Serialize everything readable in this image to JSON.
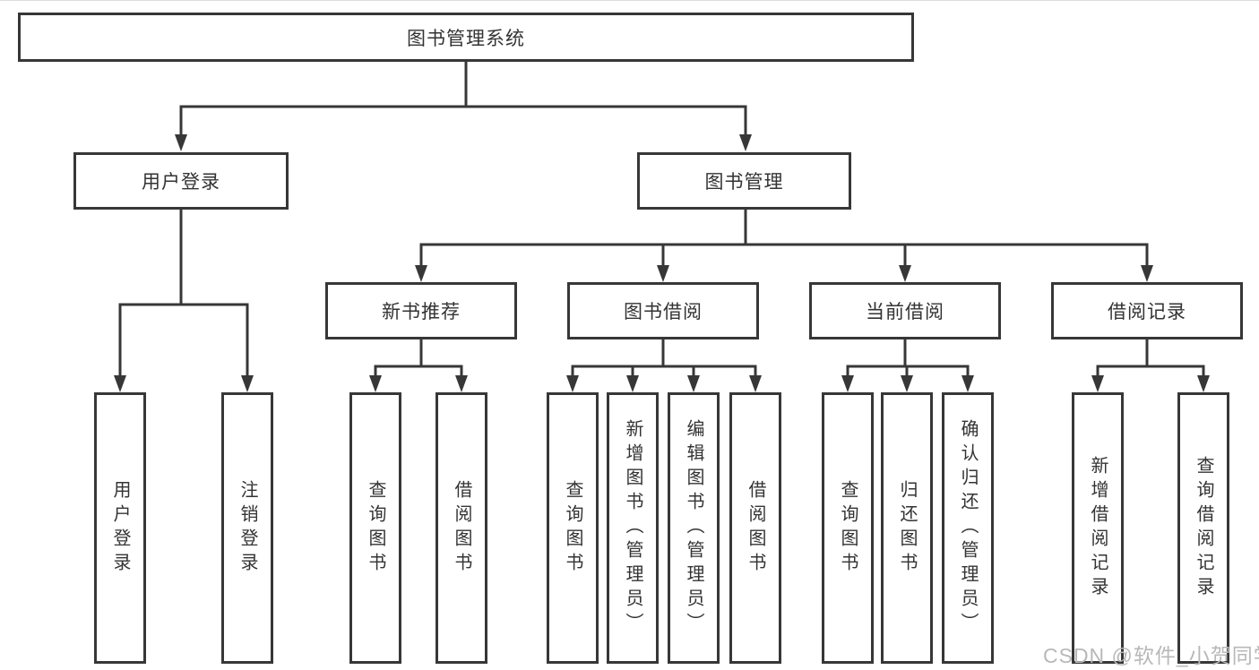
{
  "diagram": {
    "tree": {
      "label": "图书管理系统",
      "children": [
        {
          "label": "用户登录",
          "children": [
            {
              "label": "用户登录"
            },
            {
              "label": "注销登录"
            }
          ]
        },
        {
          "label": "图书管理",
          "children": [
            {
              "label": "新书推荐",
              "children": [
                {
                  "label": "查询图书"
                },
                {
                  "label": "借阅图书"
                }
              ]
            },
            {
              "label": "图书借阅",
              "children": [
                {
                  "label": "查询图书"
                },
                {
                  "label": "新增图书（管理员）"
                },
                {
                  "label": "编辑图书（管理员）"
                },
                {
                  "label": "借阅图书"
                }
              ]
            },
            {
              "label": "当前借阅",
              "children": [
                {
                  "label": "查询图书"
                },
                {
                  "label": "归还图书"
                },
                {
                  "label": "确认归还（管理员）"
                }
              ]
            },
            {
              "label": "借阅记录",
              "children": [
                {
                  "label": "新增借阅记录"
                },
                {
                  "label": "查询借阅记录"
                }
              ]
            }
          ]
        }
      ]
    },
    "watermark": "CSDN @软件_小贺同学",
    "colors": {
      "line": "#373737",
      "box_border": "#373737",
      "box_background": "#ffffff",
      "text": "#333333",
      "watermark": "#b8b8b8"
    }
  }
}
